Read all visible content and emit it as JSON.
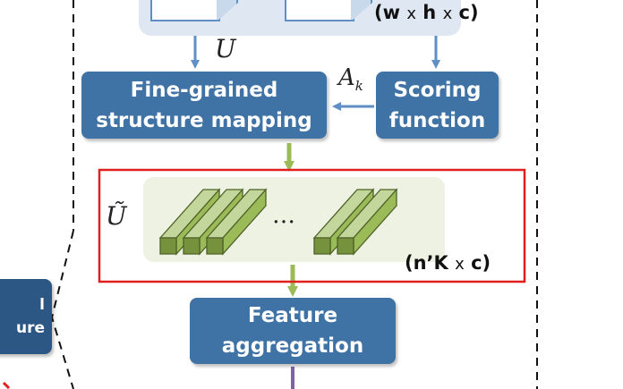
{
  "top": {
    "dim_label": {
      "w": "w",
      "h": "h",
      "c": "c"
    },
    "dots": [
      "·",
      "·"
    ]
  },
  "symbols": {
    "u": "U",
    "a": "A",
    "a_sub": "k",
    "u_tilde": "Ũ"
  },
  "boxes": {
    "fine_grained": [
      "Fine-grained",
      "structure mapping"
    ],
    "scoring": [
      "Scoring",
      "function"
    ],
    "feature_agg": [
      "Feature",
      "aggregation"
    ],
    "left_partial": [
      "l",
      "ure"
    ]
  },
  "selected_region": {
    "ellipsis": "…",
    "dim_label": {
      "n": "n’K",
      "c": "c"
    }
  },
  "colors": {
    "box_blue": "#3f72a5",
    "left_box_blue": "#2c5784",
    "arrow_blue": "#5f8fc6",
    "arrow_green": "#9bbb59",
    "arrow_purple": "#8064a2",
    "highlight_red": "#e0201f",
    "feature_bg": "#eef2e2",
    "feature_green": "#9bbb59",
    "top_panel": "#dfe8f2"
  }
}
